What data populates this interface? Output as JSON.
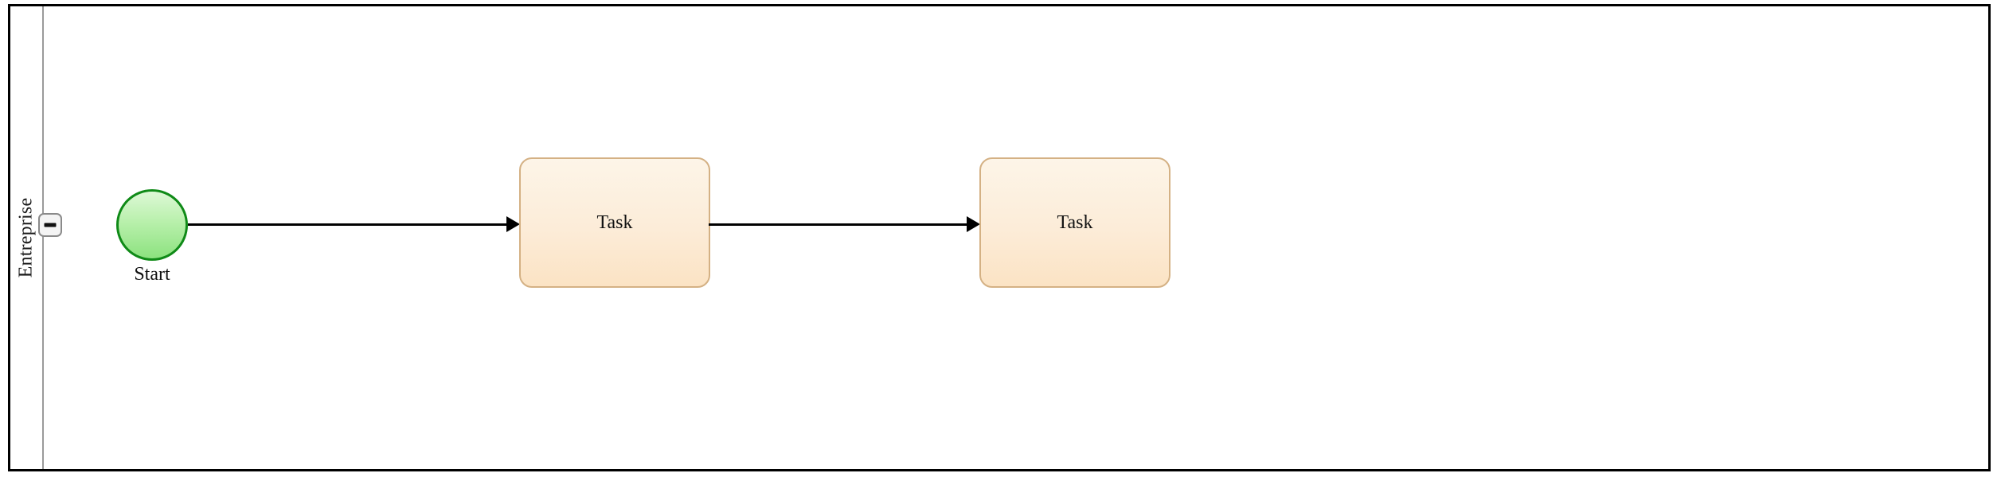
{
  "diagram": {
    "type": "bpmn-process",
    "pool": {
      "lane_label": "Entreprise",
      "collapse_control": {
        "name": "collapse-lane",
        "icon": "minus-icon",
        "state": "expanded"
      }
    },
    "nodes": [
      {
        "id": "start-event",
        "kind": "start-event",
        "label": "Start",
        "shape": "circle",
        "fill": "#b9f0ac",
        "stroke": "#0f8a17"
      },
      {
        "id": "task-1",
        "kind": "task",
        "label": "Task",
        "shape": "rounded-rectangle",
        "fill": "#fcecd8",
        "stroke": "#d4b184"
      },
      {
        "id": "task-2",
        "kind": "task",
        "label": "Task",
        "shape": "rounded-rectangle",
        "fill": "#fcecd8",
        "stroke": "#d4b184"
      }
    ],
    "flows": [
      {
        "id": "flow-1",
        "from": "start-event",
        "to": "task-1",
        "label": ""
      },
      {
        "id": "flow-2",
        "from": "task-1",
        "to": "task-2",
        "label": ""
      }
    ],
    "colors": {
      "pool_border": "#000000",
      "lane_divider": "#9a9a9a",
      "connector": "#000000",
      "canvas_background": "#ffffff",
      "button_fill": "#f4f4f4",
      "button_border": "#8a8a8a"
    }
  }
}
